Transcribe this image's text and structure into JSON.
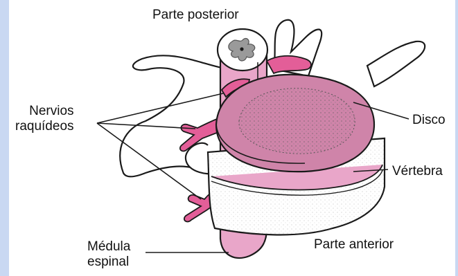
{
  "labels": {
    "top": "Parte posterior",
    "nerves": [
      "Nervios",
      "raquídeos"
    ],
    "disc": "Disco",
    "vertebra": "Vértebra",
    "anterior": "Parte anterior",
    "cord": [
      "Médula",
      "espinal"
    ]
  },
  "colors": {
    "background_frame": "#c9d8f2",
    "panel": "#ffffff",
    "pink_tissue": "#e9a6c9",
    "nerve_pink": "#e35e98",
    "disc_fill": "#cf84a9",
    "gray_matter": "#9a9a9a",
    "outline": "#1a1a1a"
  }
}
